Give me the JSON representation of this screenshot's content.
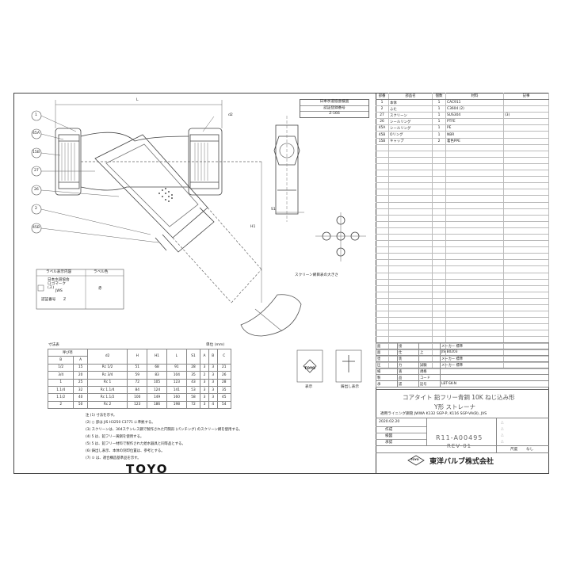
{
  "brand_logo": "TOYO",
  "certification": {
    "header": "日本水道協会検査",
    "subheader": "認証登録番号",
    "number": "Z-166"
  },
  "balloons": [
    "1",
    "45A",
    "15B",
    "27",
    "26",
    "2",
    "45B"
  ],
  "dimension_labels": {
    "L": "L",
    "d2": "d2",
    "H1": "H1",
    "S1": "S1"
  },
  "screen_note": "スクリーン網目表の大きさ",
  "label_box": {
    "h1": "ラベル表示内容",
    "h2": "ラベル色",
    "item1": "日本水道協会",
    "item2": "ロゴマーク",
    "item3": "認証番号",
    "item4": "Z",
    "color": "赤",
    "sub1": "(ス)",
    "sub2": "JWS"
  },
  "stamp": {
    "left_title": "表示",
    "right_title": "鋳出し表示",
    "logo": "TOYO"
  },
  "dims_table": {
    "title": "寸法表",
    "unit": "単位 (mm)",
    "headers": [
      "呼び径",
      "",
      "d2",
      "H",
      "H1",
      "L",
      "S1",
      "A",
      "B",
      "C"
    ],
    "subheaders": [
      "B",
      "A"
    ],
    "rows": [
      [
        "1/2",
        "15",
        "Rc 1/2",
        "51",
        "68",
        "91",
        "28",
        "3",
        "3",
        "21"
      ],
      [
        "3/4",
        "20",
        "Rc 3/4",
        "59",
        "83",
        "104",
        "35",
        "2",
        "3",
        "26"
      ],
      [
        "1",
        "25",
        "Rc 1",
        "72",
        "105",
        "123",
        "43",
        "3",
        "3",
        "28"
      ],
      [
        "1.1/4",
        "32",
        "Rc 1.1/4",
        "84",
        "124",
        "141",
        "53",
        "3",
        "3",
        "35"
      ],
      [
        "1.1/2",
        "40",
        "Rc 1.1/2",
        "100",
        "149",
        "160",
        "58",
        "3",
        "3",
        "45"
      ],
      [
        "2",
        "50",
        "Rc 2",
        "123",
        "186",
        "198",
        "72",
        "3",
        "4",
        "54"
      ]
    ]
  },
  "notes": [
    "注 (1)  寸法を示す。",
    "(2)  ○ 部は JIS H3250 C3771 に準拠する。",
    "(3)  スクリーンは、304ステンレス鋼で製作された円筒形 (パンチング) のスクリーン網を使用する。",
    "(4)  5 は、鉛フリー黄銅を使用する。",
    "(5)  5 は、鉛フリー材料で製作された給水器具と同等品とする。",
    "(6)  鋳出し表示、本体の刻印位置は、参考とする。",
    "(7)  ① は、適合構造基準品を示す。"
  ],
  "parts_table": {
    "headers": [
      "部番",
      "部品名",
      "個数",
      "材料",
      "記事"
    ],
    "rows": [
      [
        "1",
        "本体",
        "1",
        "CAC911",
        ""
      ],
      [
        "2",
        "ふた",
        "1",
        "C3604 (2)",
        ""
      ],
      [
        "27",
        "スクリーン",
        "1",
        "SUS304",
        "(3)"
      ],
      [
        "26",
        "シールリング",
        "1",
        "PTFE",
        ""
      ],
      [
        "45A",
        "シールリング",
        "1",
        "PE",
        ""
      ],
      [
        "45B",
        "Oリング",
        "1",
        "NBR",
        ""
      ],
      [
        "15B",
        "キャップ",
        "2",
        "着色PPE",
        ""
      ]
    ]
  },
  "spec_table": {
    "rows": [
      [
        "面",
        "接",
        "",
        "メーカー 標準"
      ],
      [
        "面",
        "仕",
        "上",
        "JIS B0203"
      ],
      [
        "塗",
        "装",
        "",
        "メーカー 標準"
      ],
      [
        "圧",
        "力",
        "試験",
        "メーカー 標準"
      ],
      [
        "検",
        "査",
        "規格",
        ""
      ],
      [
        "製",
        "品",
        "コード",
        ""
      ],
      [
        "承",
        "認",
        "記号",
        "LBT-SK-N"
      ]
    ]
  },
  "title_block": {
    "line1": "コアタイト  鉛フリー青銅  10K  ねじ込み形",
    "line2": "Y形  ストレーナ",
    "line3": "適用ライニング鋼管  JWWA K132  SGP-P, K116  SGP-VA(B), JVS",
    "drawing_no": "R11-A00495",
    "rev": "REV-01",
    "company": "東洋バルブ株式会社",
    "company_logo": "TOYO",
    "date": "2020.02.20",
    "scale_label": "尺度",
    "scale_value": "なし",
    "check_rows": [
      "作成",
      "検図",
      "承認"
    ],
    "tri": [
      "△",
      "△",
      "△",
      "△"
    ]
  }
}
